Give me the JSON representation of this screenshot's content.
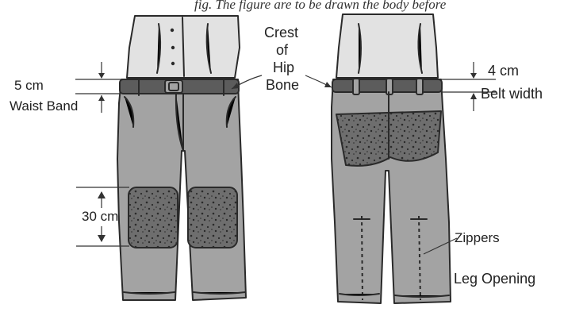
{
  "header_fragment": "fig. The figure are to be drawn the body before",
  "front_view": {
    "waist_measure": "5 cm",
    "waist_label": "Waist Band",
    "knee_measure": "30 cm"
  },
  "hip_label": {
    "line1": "Crest",
    "line2": "of",
    "line3": "Hip",
    "line4": "Bone"
  },
  "back_view": {
    "belt_measure": "4 cm",
    "belt_label": "Belt width",
    "zippers_label": "Zippers",
    "leg_opening_label": "Leg Opening"
  },
  "colors": {
    "pants": "#a3a3a3",
    "shirt": "#e2e2e2",
    "belt": "#5c5c5c",
    "patch": "#6e6e6e",
    "ink": "#2a2a2a"
  }
}
